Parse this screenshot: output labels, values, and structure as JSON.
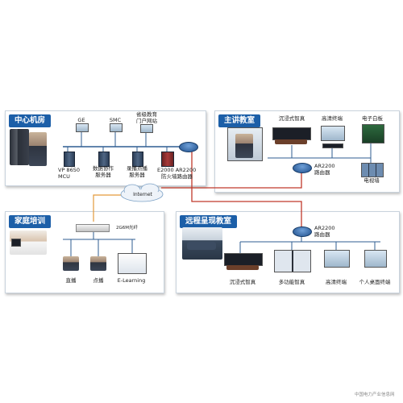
{
  "panels": {
    "center": "中心机房",
    "lecture": "主讲教室",
    "home": "家庭培训",
    "remote": "远程呈现教室"
  },
  "center": {
    "ge": "GE",
    "smc": "SMC",
    "portal_1": "省级教育",
    "portal_2": "门户网站",
    "mcu_1": "VP 8650",
    "mcu_2": "MCU",
    "data_1": "数据协作",
    "data_2": "服务器",
    "vod_1": "录播点播",
    "vod_2": "服务器",
    "fw_1": "E2000 AR2200",
    "fw_2": "防火墙路由器"
  },
  "lecture": {
    "immersive": "沉浸式智真",
    "hd_terminal": "高清终端",
    "whiteboard": "电子白板",
    "router_1": "AR2200",
    "router_2": "路由器",
    "tv_wall": "电视墙"
  },
  "internet": "Internet",
  "home": {
    "switch": "2G6M光纤",
    "live": "直播",
    "vod": "点播",
    "elearning": "E-Learning"
  },
  "remote": {
    "router_1": "AR2200",
    "router_2": "路由器",
    "immersive": "沉浸式智真",
    "multi": "多功能智真",
    "hd_terminal": "高清终端",
    "desktop": "个人桌面终端"
  },
  "watermark": "中国电力产业信息网",
  "colors": {
    "tab": "#1c5fa8",
    "wire_red": "#c0392b",
    "wire_blue": "#2f5d92",
    "wire_orange": "#e39a3b"
  }
}
